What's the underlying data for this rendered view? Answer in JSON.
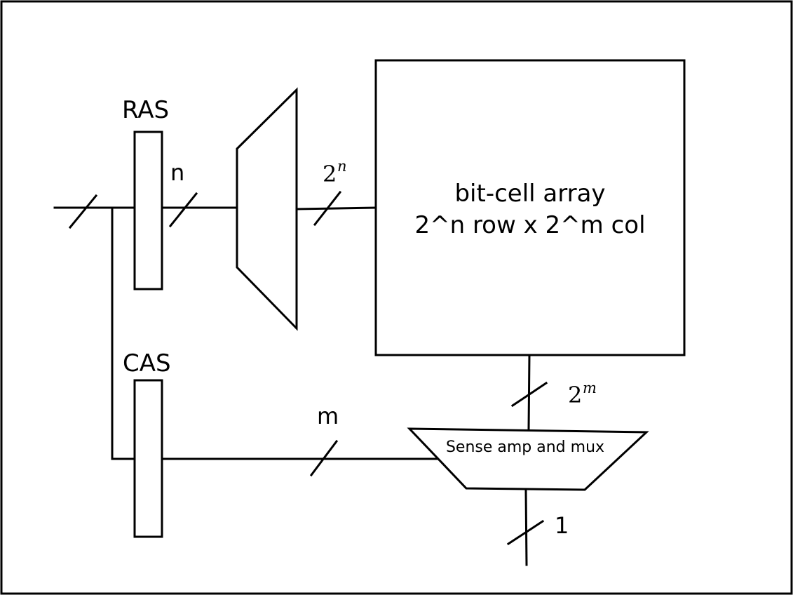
{
  "labels": {
    "ras": "RAS",
    "cas": "CAS",
    "bus_n": "n",
    "bus_m": "m",
    "bus_2n_base": "2",
    "bus_2n_exp": "n",
    "bus_2m_base": "2",
    "bus_2m_exp": "m",
    "out_width": "1",
    "array_line1": "bit-cell array",
    "array_line2": "2^n row x 2^m col",
    "sense_amp": "Sense amp and mux"
  }
}
